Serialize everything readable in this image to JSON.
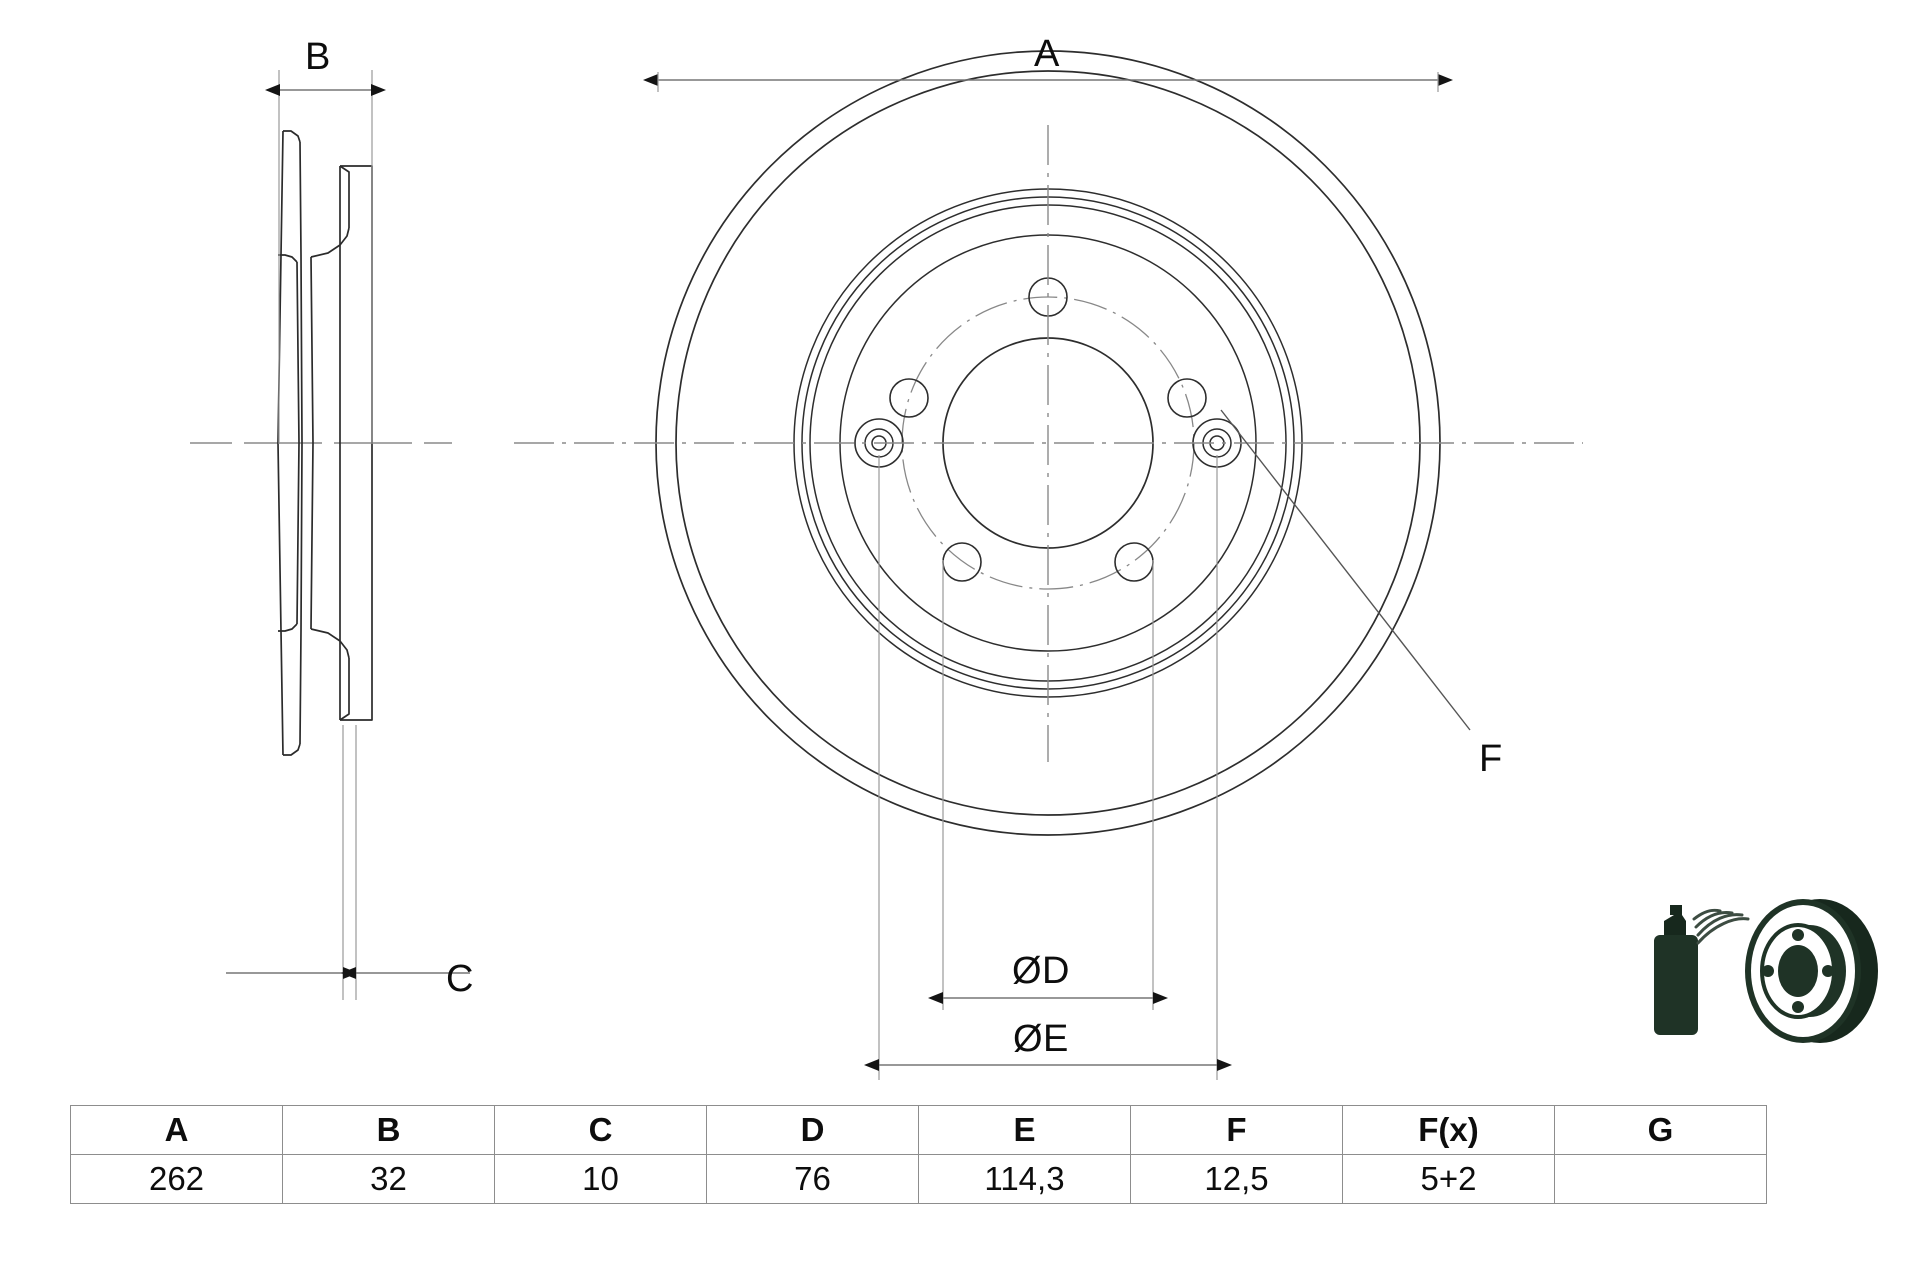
{
  "drawing": {
    "title": "Brake disc dimensional drawing",
    "views": {
      "side_view": {
        "name": "side-section-view"
      },
      "front_view": {
        "name": "front-view"
      }
    },
    "dimension_labels": {
      "a": "A",
      "b": "B",
      "c": "C",
      "f": "F",
      "d": "ØD",
      "e": "ØE"
    },
    "icon": {
      "name": "coated-disc-icon",
      "color": "#1f3326",
      "description": "spray can and coated brake disc"
    }
  },
  "spec_table": {
    "name": "dimension-spec-table",
    "headers": [
      "A",
      "B",
      "C",
      "D",
      "E",
      "F",
      "F(x)",
      "G"
    ],
    "values": [
      "262",
      "32",
      "10",
      "76",
      "114,3",
      "12,5",
      "5+2",
      ""
    ]
  },
  "colors": {
    "line": "#1a1a1a",
    "thin_line": "#555555",
    "center_line": "#777777",
    "table_border": "#8d8d8d",
    "icon_green": "#1f3326",
    "background": "#ffffff"
  }
}
